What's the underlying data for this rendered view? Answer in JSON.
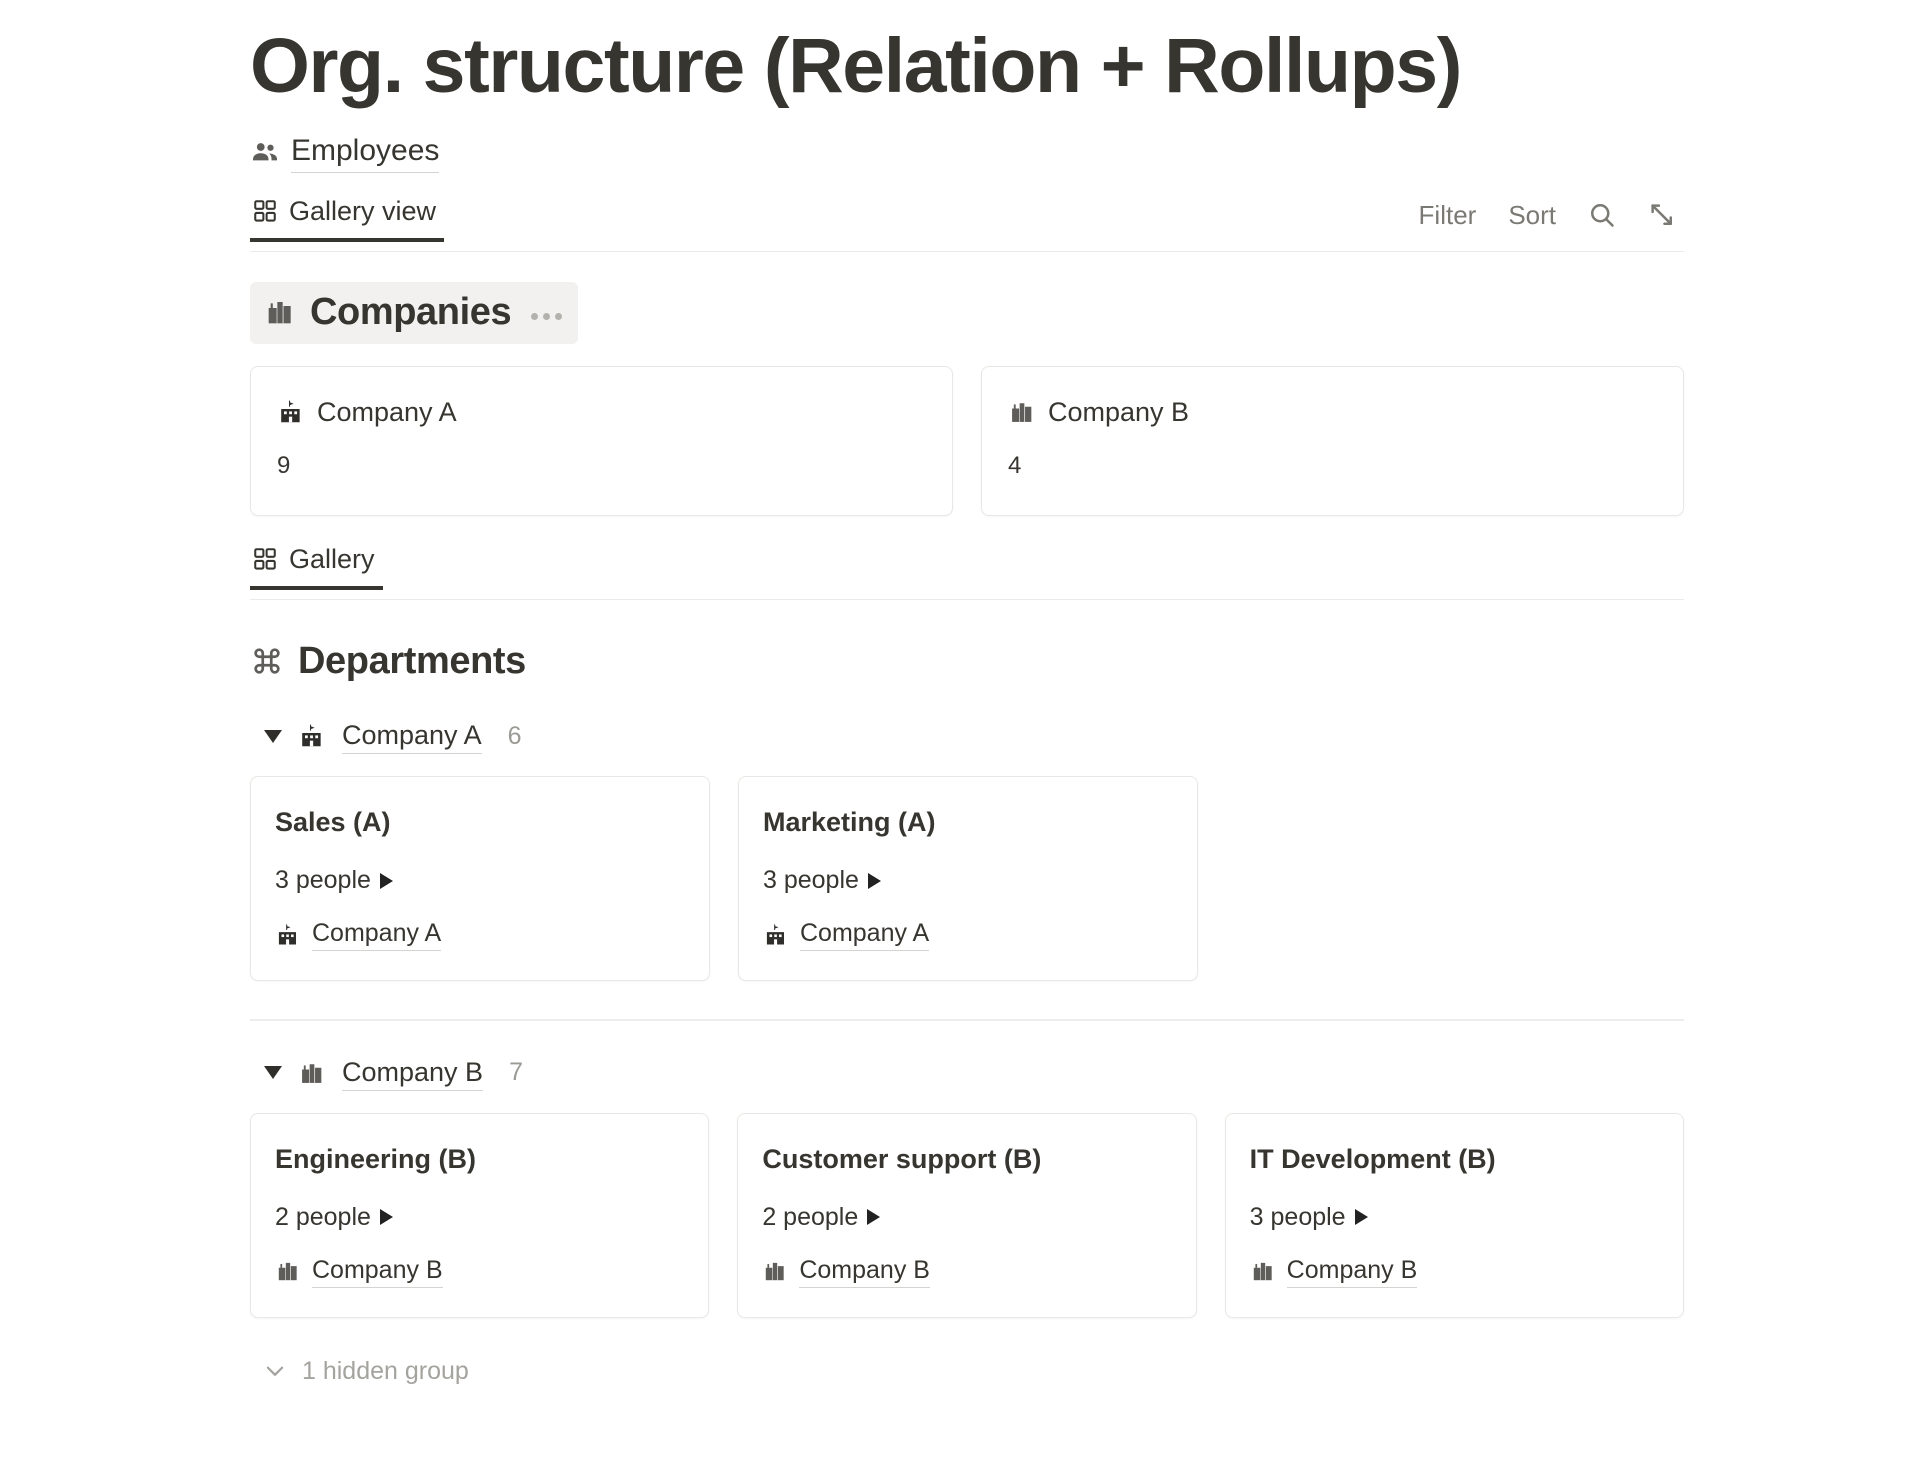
{
  "page": {
    "title": "Org. structure (Relation + Rollups)",
    "breadcrumb": {
      "label": "Employees",
      "icon": "people-icon"
    }
  },
  "viewbar": {
    "tabs": [
      {
        "label": "Gallery view",
        "icon": "gallery-icon",
        "active": true
      }
    ],
    "actions": {
      "filter_label": "Filter",
      "sort_label": "Sort",
      "search_icon": "search-icon",
      "expand_icon": "expand-icon"
    }
  },
  "companies_block": {
    "title": "Companies",
    "icon": "cityscape-icon",
    "menu_icon": "ellipsis-icon",
    "cards": [
      {
        "title": "Company A",
        "icon": "school-building-icon",
        "value": "9"
      },
      {
        "title": "Company B",
        "icon": "cityscape-icon",
        "value": "4"
      }
    ]
  },
  "departments_block": {
    "tab": {
      "label": "Gallery",
      "icon": "gallery-icon",
      "active": true
    },
    "title": "Departments",
    "icon": "command-icon",
    "groups": [
      {
        "name": "Company A",
        "icon": "school-building-icon",
        "count": "6",
        "expanded": true,
        "cards": [
          {
            "title": "Sales (A)",
            "people": "3 people",
            "relation": "Company A",
            "relation_icon": "school-building-icon"
          },
          {
            "title": "Marketing (A)",
            "people": "3 people",
            "relation": "Company A",
            "relation_icon": "school-building-icon"
          }
        ]
      },
      {
        "name": "Company B",
        "icon": "cityscape-icon",
        "count": "7",
        "expanded": true,
        "cards": [
          {
            "title": "Engineering (B)",
            "people": "2 people",
            "relation": "Company B",
            "relation_icon": "cityscape-icon"
          },
          {
            "title": "Customer support (B)",
            "people": "2 people",
            "relation": "Company B",
            "relation_icon": "cityscape-icon"
          },
          {
            "title": "IT Development (B)",
            "people": "3 people",
            "relation": "Company B",
            "relation_icon": "cityscape-icon"
          }
        ]
      }
    ],
    "hidden_group_label": "1 hidden group",
    "hidden_group_icon": "chevron-down-icon"
  },
  "colors": {
    "text": "#37352f",
    "muted": "#7b7973",
    "subtle": "#9b9a95",
    "border": "#e9e7e3",
    "header_bg": "#f2f1ef"
  }
}
